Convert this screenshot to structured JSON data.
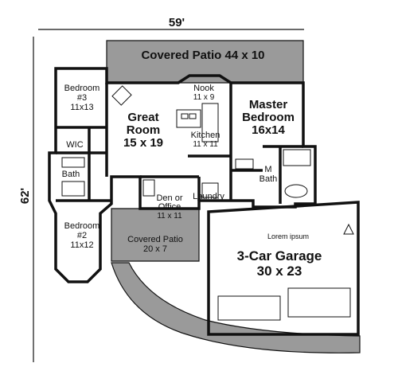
{
  "dimensions": {
    "width_label": "59'",
    "depth_label": "62'"
  },
  "rooms": {
    "covered_patio_rear": {
      "name": "Covered Patio 44 x 10"
    },
    "bedroom3": {
      "name": "Bedroom",
      "number": "#3",
      "size": "11x13"
    },
    "nook": {
      "name": "Nook",
      "size": "11 x 9"
    },
    "great_room": {
      "name": "Great",
      "name2": "Room",
      "size": "15 x 19"
    },
    "kitchen": {
      "name": "Kitchen",
      "size": "11 x 11"
    },
    "master_bedroom": {
      "name": "Master",
      "name2": "Bedroom",
      "size": "16x14"
    },
    "wic": {
      "name": "WIC"
    },
    "bath": {
      "name": "Bath"
    },
    "master_bath": {
      "name": "M",
      "name2": "Bath"
    },
    "den_office": {
      "name": "Den or",
      "name2": "Office",
      "size": "11 x 11"
    },
    "laundry": {
      "name": "Laundry"
    },
    "bedroom2": {
      "name": "Bedroom",
      "number": "#2",
      "size": "11x12"
    },
    "covered_patio_front": {
      "name": "Covered Patio",
      "size": "20 x 7"
    },
    "garage": {
      "caption": "Lorem ipsum",
      "name": "3-Car Garage",
      "size": "30 x 23"
    }
  }
}
